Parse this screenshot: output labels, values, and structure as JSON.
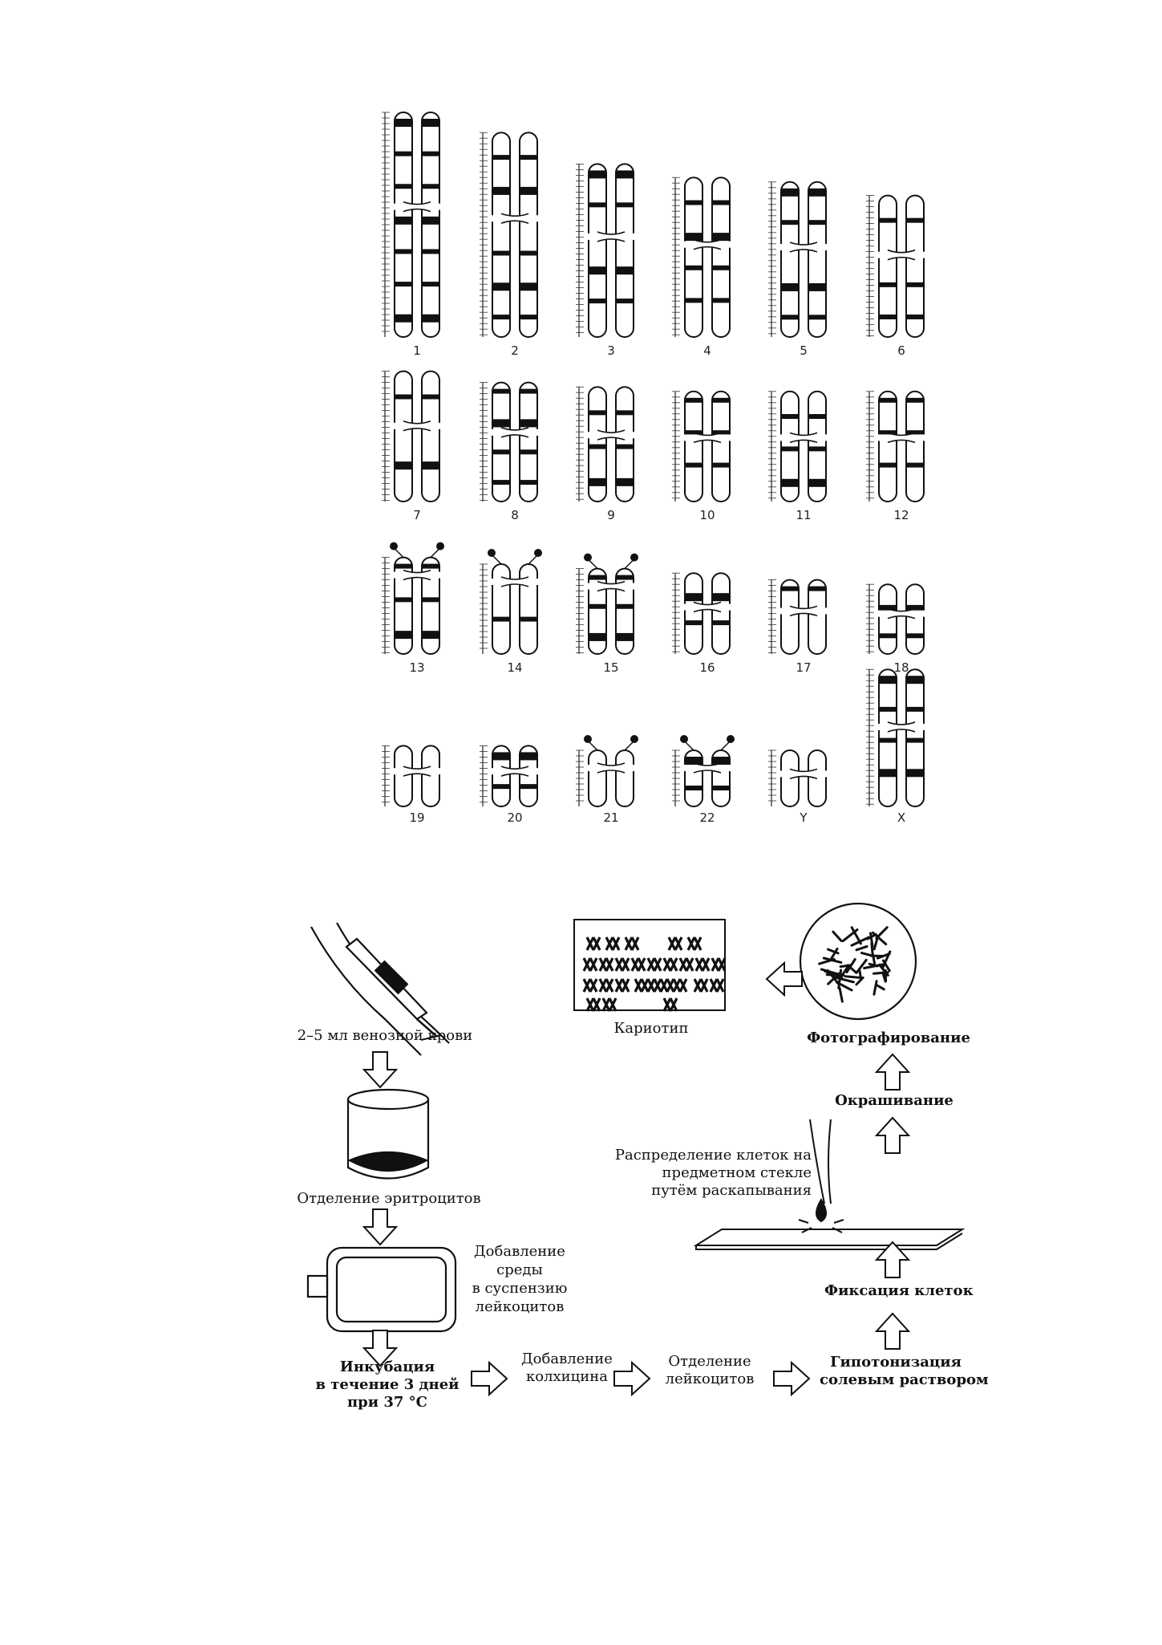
{
  "karyogram": {
    "rows": [
      [
        {
          "label": "1",
          "size": 1.0
        },
        {
          "label": "2",
          "size": 0.91
        },
        {
          "label": "3",
          "size": 0.77
        },
        {
          "label": "4",
          "size": 0.71
        },
        {
          "label": "5",
          "size": 0.69
        },
        {
          "label": "6",
          "size": 0.63
        }
      ],
      [
        {
          "label": "7",
          "size": 0.58
        },
        {
          "label": "8",
          "size": 0.53
        },
        {
          "label": "9",
          "size": 0.51
        },
        {
          "label": "10",
          "size": 0.49
        },
        {
          "label": "11",
          "size": 0.49
        },
        {
          "label": "12",
          "size": 0.49
        }
      ],
      [
        {
          "label": "13",
          "size": 0.43,
          "acro": true
        },
        {
          "label": "14",
          "size": 0.4,
          "acro": true
        },
        {
          "label": "15",
          "size": 0.38,
          "acro": true
        },
        {
          "label": "16",
          "size": 0.36
        },
        {
          "label": "17",
          "size": 0.33
        },
        {
          "label": "18",
          "size": 0.31
        }
      ],
      [
        {
          "label": "19",
          "size": 0.27
        },
        {
          "label": "20",
          "size": 0.27
        },
        {
          "label": "21",
          "size": 0.18,
          "acro": true
        },
        {
          "label": "22",
          "size": 0.2,
          "acro": true
        },
        {
          "label": "Y",
          "size": 0.22
        },
        {
          "label": "X",
          "size": 0.61
        }
      ]
    ]
  },
  "workflow": {
    "blood": "2–5 мл венозной крови",
    "rbc": "Отделение эритроцитов",
    "medium": "Добавление\nсреды\nв суспензию\nлейкоцитов",
    "incubation": "Инкубация\nв течение 3 дней\nпри 37 °С",
    "colchicine": "Добавление\nколхицина",
    "leukocytes": "Отделение\nлейкоцитов",
    "hypotonic": "Гипотонизация\nсолевым раствором",
    "fixation": "Фиксация клеток",
    "spreading": "Распределение клеток на\nпредметном стекле\nпутём раскапывания",
    "staining": "Окрашивание",
    "photo": "Фотографирование",
    "karyotype": "Кариотип"
  }
}
